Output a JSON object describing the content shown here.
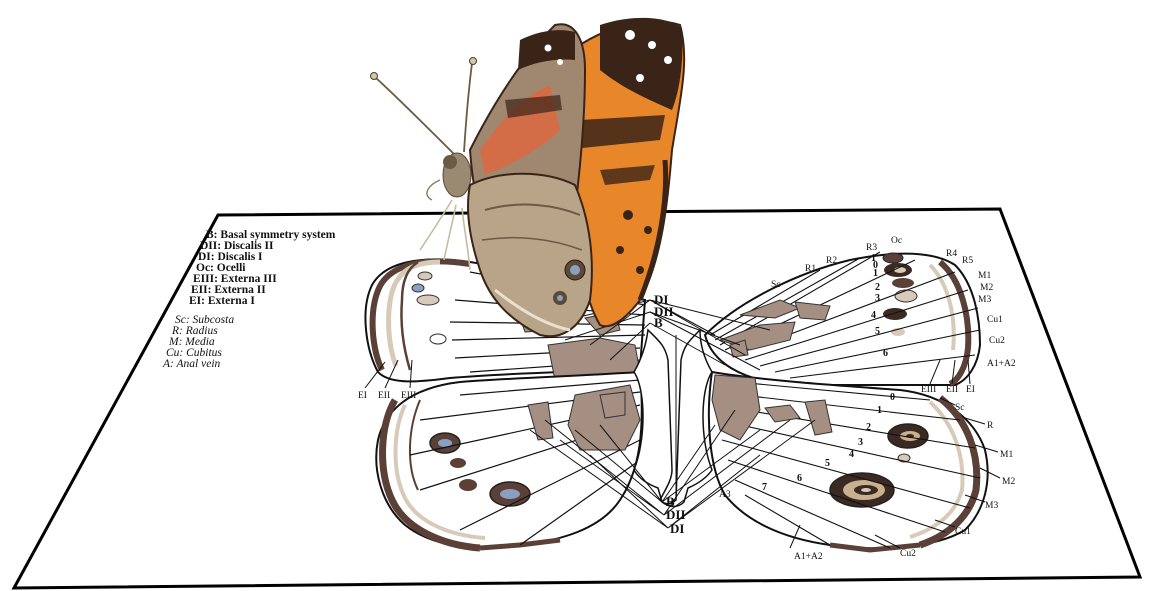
{
  "legend": {
    "symmetry": [
      "B: Basal symmetry system",
      "DII: Discalis II",
      "DI: Discalis I",
      "Oc: Ocelli",
      "EIII: Externa III",
      "EII: Externa II",
      "EI: Externa I"
    ],
    "veins": [
      "Sc: Subcosta",
      "R: Radius",
      "M: Media",
      "Cu: Cubitus",
      "A: Anal vein"
    ]
  },
  "center_top": {
    "di": "DI",
    "dii": "DII",
    "b": "B"
  },
  "center_bottom": {
    "b": "B",
    "dii": "DII",
    "di": "DI"
  },
  "left_labels": {
    "ei": "EI",
    "eii": "EII",
    "eiii": "EIII"
  },
  "forewing_right": {
    "oc": "Oc",
    "r3": "R3",
    "r4": "R4",
    "r5": "R5",
    "r2": "R2",
    "r1": "R1",
    "sc": "Sc",
    "m1": "M1",
    "m2": "M2",
    "m3": "M3",
    "cu1": "Cu1",
    "cu2": "Cu2",
    "a1a2": "A1+A2",
    "cells": [
      "1",
      "0",
      "1",
      "2",
      "3",
      "4",
      "5",
      "6"
    ],
    "eiii": "EIII",
    "eii": "EII",
    "ei": "EI"
  },
  "hindwing_right": {
    "sc": "Sc",
    "r": "R",
    "m1": "M1",
    "m2": "M2",
    "m3": "M3",
    "cu1": "Cu1",
    "cu2": "Cu2",
    "a1a2": "A1+A2",
    "a3": "A3",
    "cells": [
      "0",
      "1",
      "2",
      "3",
      "4",
      "5",
      "6",
      "7"
    ]
  },
  "colors": {
    "basal_brown": "#a58f82",
    "dark_brown": "#5b4037",
    "light_tan": "#d8cab8",
    "ocelli": "#3a2a22",
    "outline": "#111111",
    "butterfly_orange": "#e8862a"
  }
}
